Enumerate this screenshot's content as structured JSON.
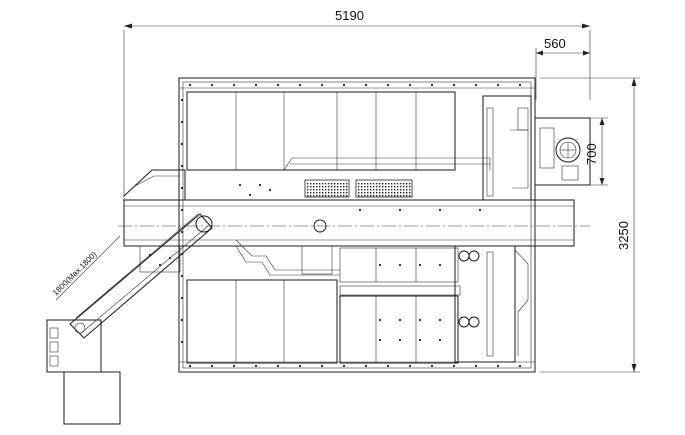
{
  "drawing": {
    "dimensions": {
      "overall_length": "5190",
      "module_width": "560",
      "module_height": "700",
      "overall_width": "3250",
      "conveyor_note": "1800(Max.1800)"
    }
  }
}
